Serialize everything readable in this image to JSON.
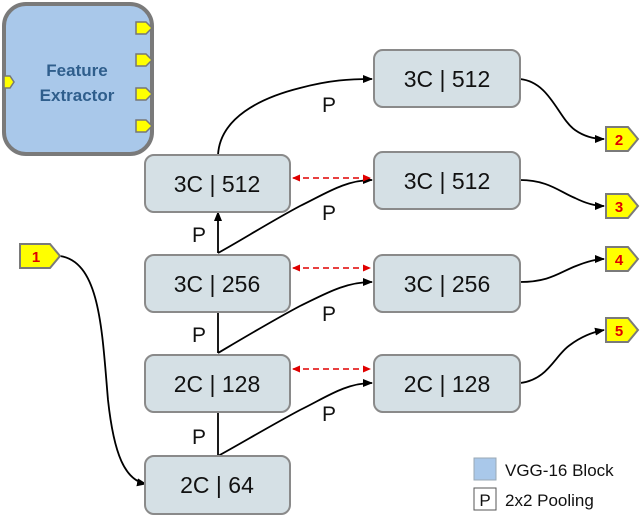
{
  "feature_extractor": {
    "line1": "Feature",
    "line2": "Extractor"
  },
  "blocks": {
    "b64": "2C | 64",
    "b128": "2C | 128",
    "b256": "3C | 256",
    "b512": "3C | 512",
    "r128": "2C | 128",
    "r256": "3C | 256",
    "r512a": "3C | 512",
    "r512b": "3C | 512"
  },
  "pool_label": "P",
  "ports": {
    "p1": "1",
    "p2": "2",
    "p3": "3",
    "p4": "4",
    "p5": "5"
  },
  "legend": {
    "vgg_label": "VGG-16 Block",
    "pool_symbol": "P",
    "pool_label": "2x2 Pooling"
  },
  "colors": {
    "block_fill": "#d5e0e5",
    "block_stroke": "#8a8a8a",
    "fe_fill": "#a9c8ea",
    "fe_stroke": "#777777",
    "port_fill": "#ffff00",
    "port_text": "#e00000",
    "skip_arrow": "#e00000"
  }
}
